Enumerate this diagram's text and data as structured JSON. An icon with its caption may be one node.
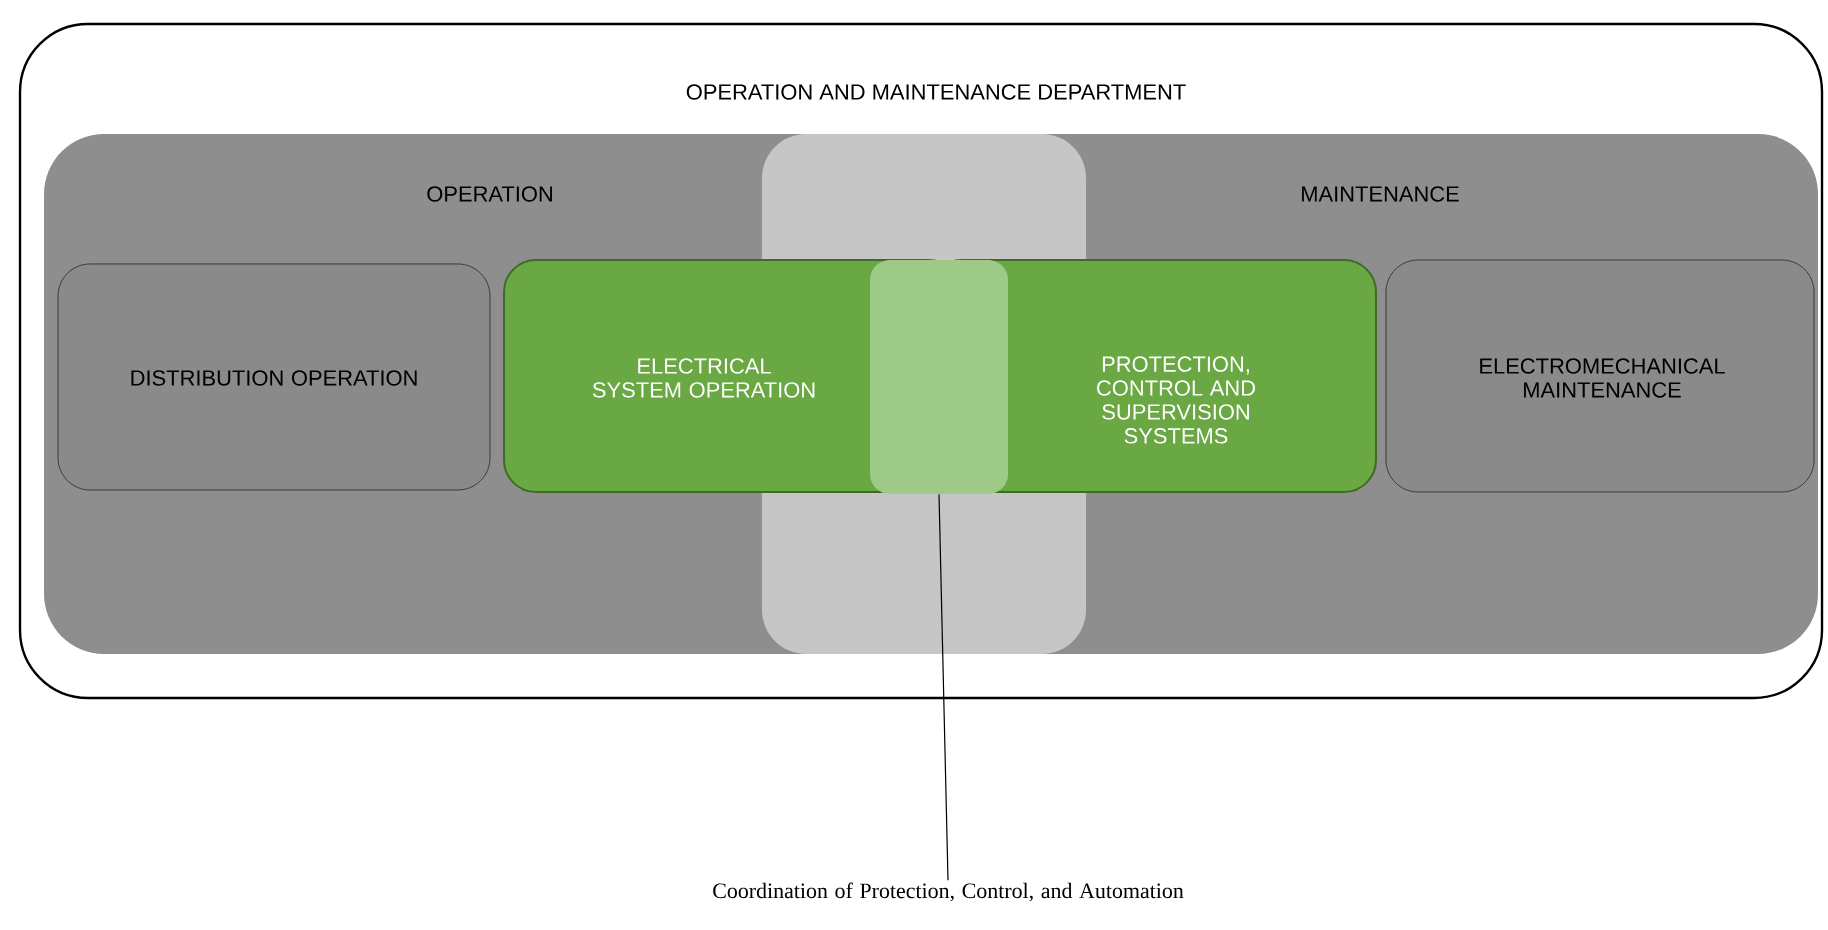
{
  "diagram": {
    "nodes": [
      {
        "text": [
          "OPERATION AND MAINTENANCE DEPARTMENT"
        ]
      },
      {
        "text": [
          "OPERATION",
          "MAINTENANCE"
        ],
        "in": 0
      },
      {
        "text": [],
        "shape": "box",
        "in": 1
      },
      {
        "text": [
          "DISTRIBUTION OPERATION"
        ],
        "in": 1
      },
      {
        "text": [
          "ELECTRICAL SYSTEM OPERATION"
        ],
        "in": 1
      },
      {
        "text": [
          "PROTECTION, CONTROL AND SUPERVISION SYSTEMS"
        ],
        "in": 1
      },
      {
        "text": [
          "ELECTROMECHANICAL MAINTENANCE"
        ],
        "in": 1
      },
      {
        "text": [],
        "shape": "box",
        "in": 2
      },
      {
        "text": [
          "Coordination of Protection, Control, and Automation"
        ]
      }
    ],
    "edges": [
      {
        "from": 8,
        "to": 7,
        "arrow": "none"
      }
    ]
  }
}
